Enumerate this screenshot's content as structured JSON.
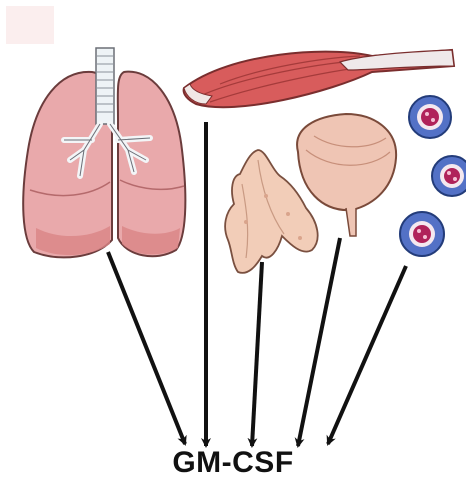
{
  "figure": {
    "label": "GM-CSF",
    "sources": [
      {
        "name": "lungs-illustration",
        "color": "#e8a4a6"
      },
      {
        "name": "skeletal-muscle-illustration",
        "color": "#d95a5a"
      },
      {
        "name": "pancreas-illustration",
        "color": "#f3cfb8"
      },
      {
        "name": "bladder-illustration",
        "color": "#efc4b4"
      },
      {
        "name": "immune-cells-illustration",
        "color": "#4f6fc0"
      }
    ]
  },
  "colors": {
    "arrow": "#111111",
    "organ_outline": "#6b3c3c",
    "cell_nucleus": "#b0225a"
  }
}
